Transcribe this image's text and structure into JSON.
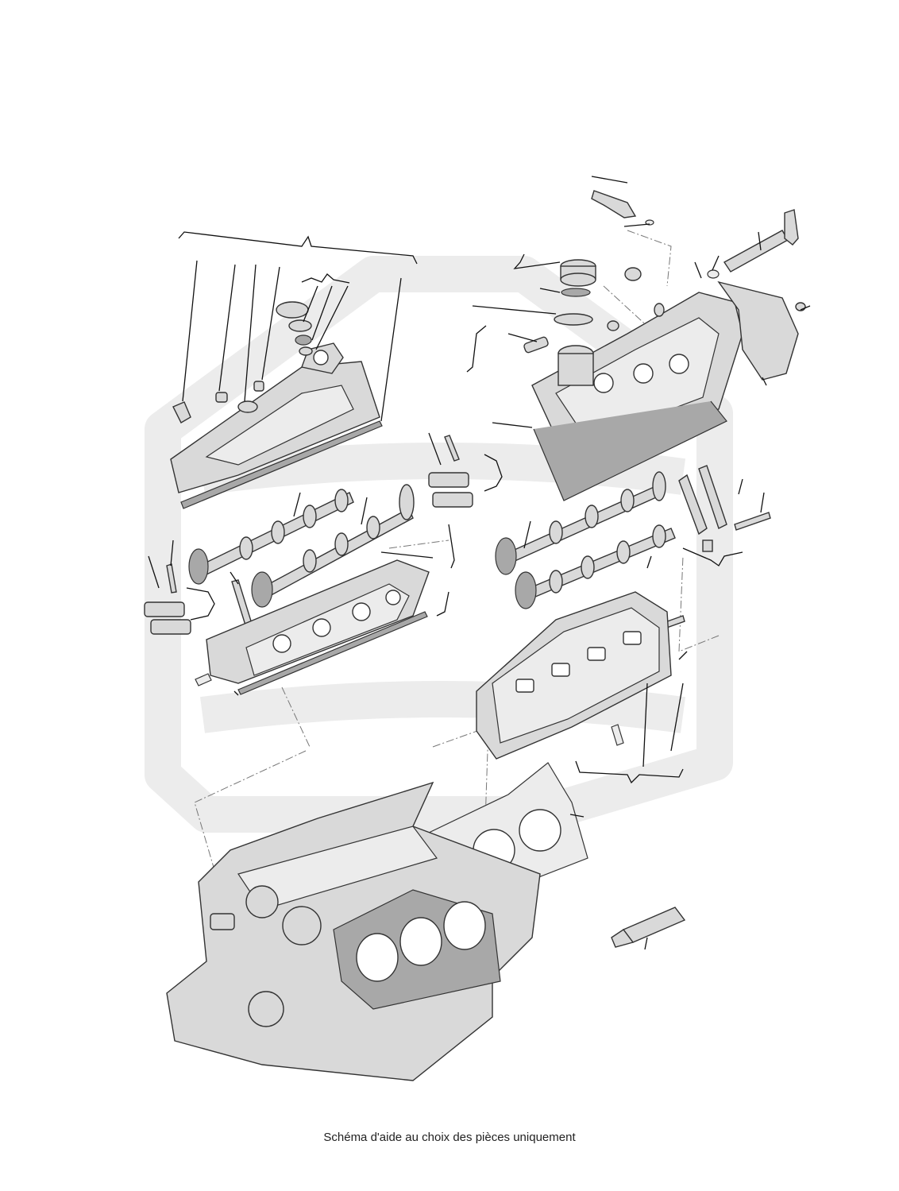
{
  "caption": "Schéma d'aide au choix des pièces uniquement",
  "colors": {
    "watermark": "#ececec",
    "part_fill": "#d9d9d9",
    "outline": "#333333"
  },
  "parts": [
    "left-valve-cover",
    "right-valve-cover",
    "left-valve-cover-gasket",
    "right-valve-cover-gasket",
    "oil-filler-cap",
    "oil-filler-seal",
    "breather-valve",
    "injector",
    "injector-line",
    "sensor",
    "left-intake-camshaft",
    "left-exhaust-camshaft",
    "right-intake-camshaft",
    "right-exhaust-camshaft",
    "cam-bearing-cap",
    "left-cylinder-head",
    "right-cylinder-head",
    "head-bolt",
    "head-gasket",
    "engine-block",
    "sealant-tube"
  ]
}
